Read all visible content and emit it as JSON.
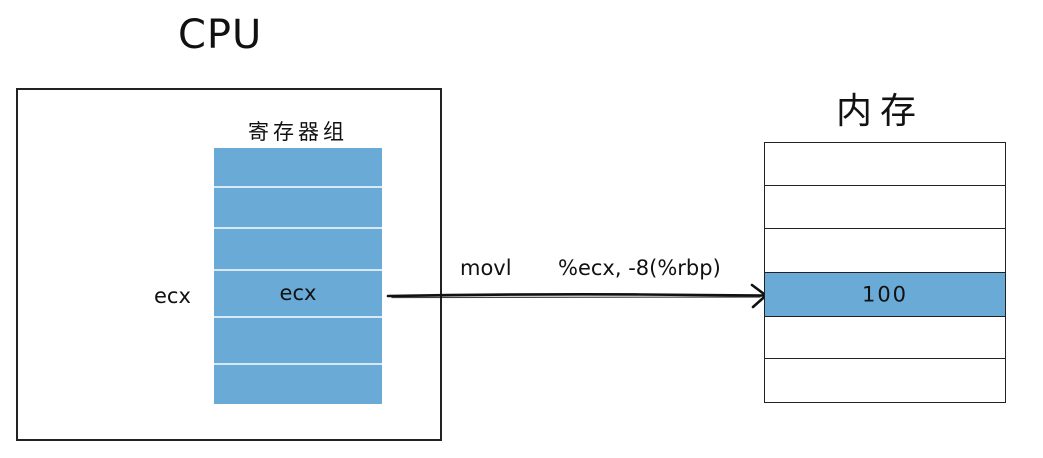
{
  "cpu": {
    "title": "CPU"
  },
  "register_group": {
    "title": "寄存器组",
    "fill_color": "#6aaad6",
    "registers": [
      {
        "label": ""
      },
      {
        "label": ""
      },
      {
        "label": ""
      },
      {
        "label": "ecx"
      },
      {
        "label": ""
      },
      {
        "label": ""
      }
    ],
    "external_label": "ecx"
  },
  "instruction": {
    "op": "movl",
    "args": "%ecx, -8(%rbp)"
  },
  "memory": {
    "title": "内存",
    "highlight_color": "#6aaad6",
    "cells": [
      {
        "value": "",
        "highlighted": false
      },
      {
        "value": "",
        "highlighted": false
      },
      {
        "value": "",
        "highlighted": false
      },
      {
        "value": "100",
        "highlighted": true
      },
      {
        "value": "",
        "highlighted": false
      },
      {
        "value": "",
        "highlighted": false
      }
    ]
  }
}
